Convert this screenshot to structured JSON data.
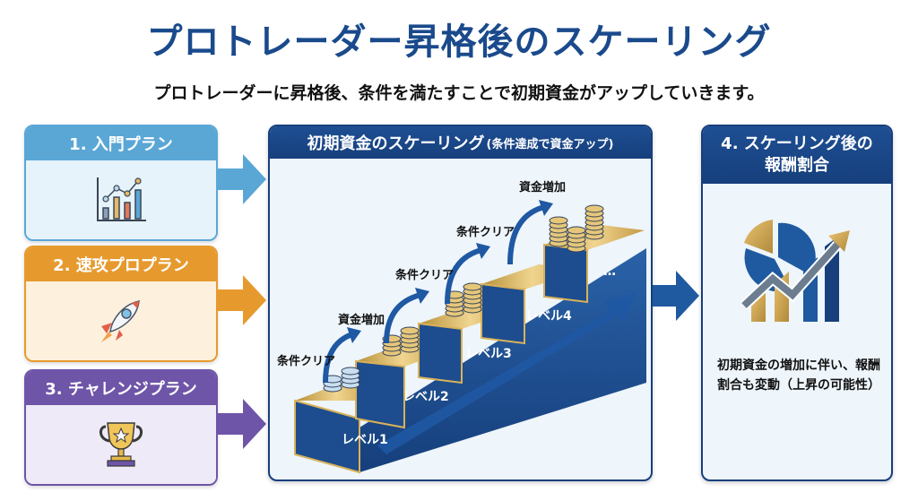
{
  "header": {
    "title": "プロトレーダー昇格後のスケーリング",
    "subtitle": "プロトレーダーに昇格後、条件を満たすことで初期資金がアップしていきます。"
  },
  "plans": [
    {
      "label": "1. 入門プラン",
      "icon": "bar-line-chart-icon",
      "color": "#5aa7d6"
    },
    {
      "label": "2. 速攻プロプラン",
      "icon": "rocket-icon",
      "color": "#e69a2e"
    },
    {
      "label": "3. チャレンジプラン",
      "icon": "trophy-icon",
      "color": "#6e55a8"
    }
  ],
  "scaling": {
    "title": "初期資金のスケーリング",
    "title_note": "(条件達成で資金アップ)",
    "steps": [
      {
        "level": "レベル1",
        "annotation": "条件クリア"
      },
      {
        "level": "レベル2",
        "annotation": "資金増加"
      },
      {
        "level": "レベル3",
        "annotation": "条件クリア"
      },
      {
        "level": "レベル4",
        "annotation": "条件クリア"
      },
      {
        "level": "…",
        "annotation": "資金増加"
      }
    ],
    "colors": {
      "navy": "#173f7d",
      "gold": "#d9b25a"
    }
  },
  "result": {
    "title_line1": "4. スケーリング後の",
    "title_line2": "報酬割合",
    "icon": "pie-growth-chart-icon",
    "description": "初期資金の増加に伴い、報酬割合も変動（上昇の可能性）"
  }
}
